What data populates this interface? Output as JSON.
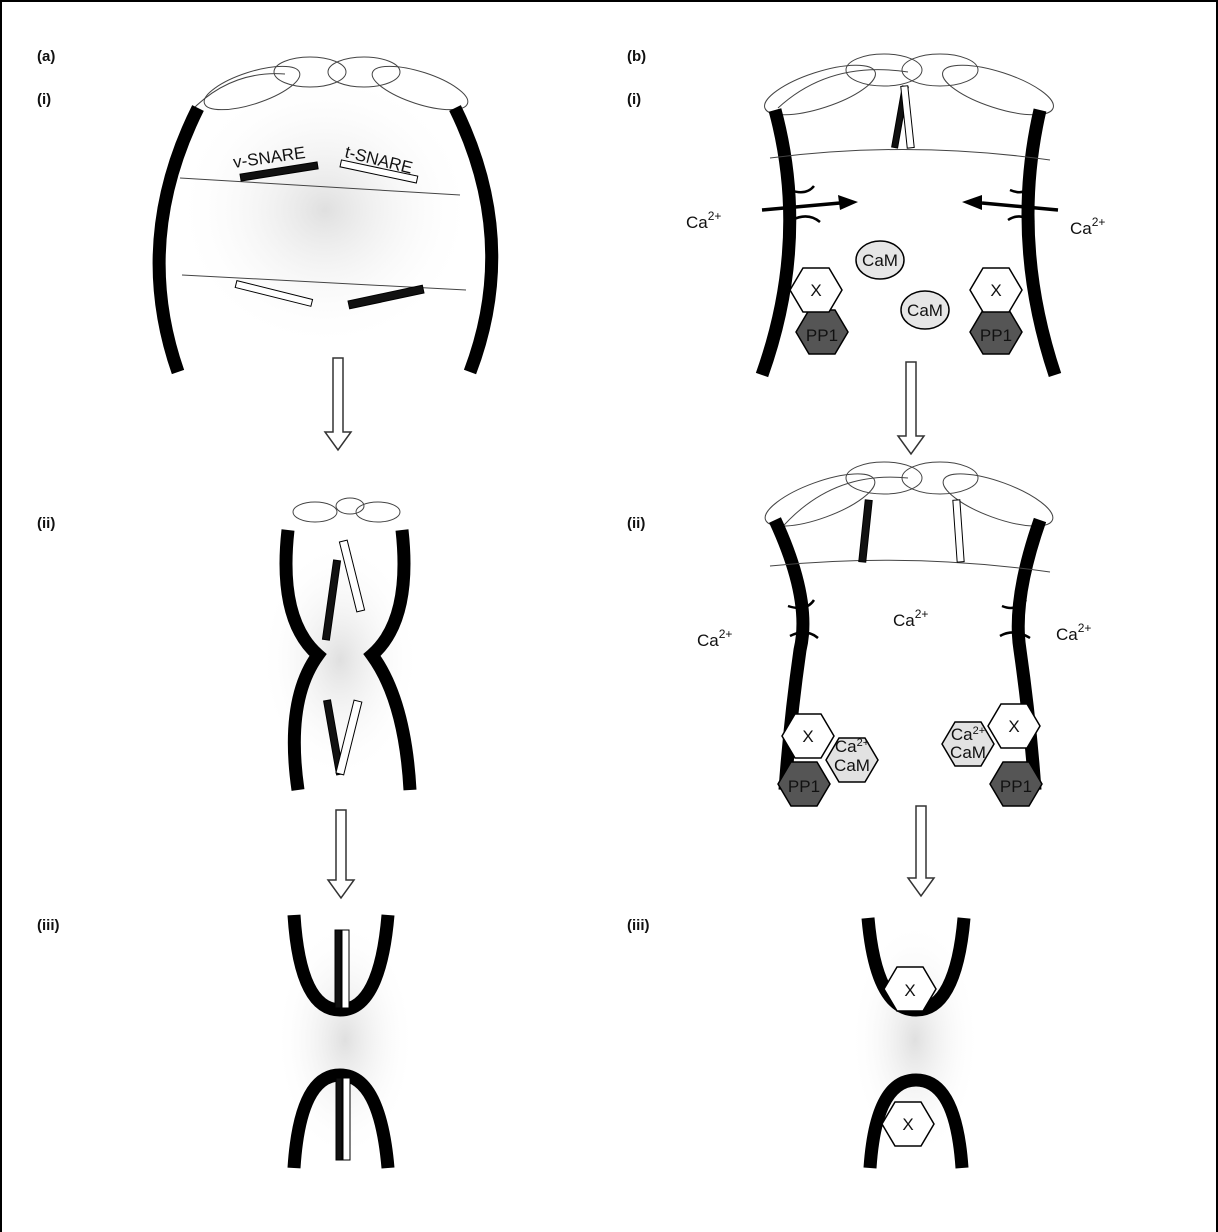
{
  "panels": {
    "a": "(a)",
    "b": "(b)"
  },
  "steps": {
    "i": "(i)",
    "ii": "(ii)",
    "iii": "(iii)"
  },
  "labels": {
    "v_snare": "v-SNARE",
    "t_snare": "t-SNARE",
    "ca": "Ca",
    "ca_sup": "2+",
    "cam": "CaM",
    "x": "X",
    "pp1": "PP1"
  }
}
